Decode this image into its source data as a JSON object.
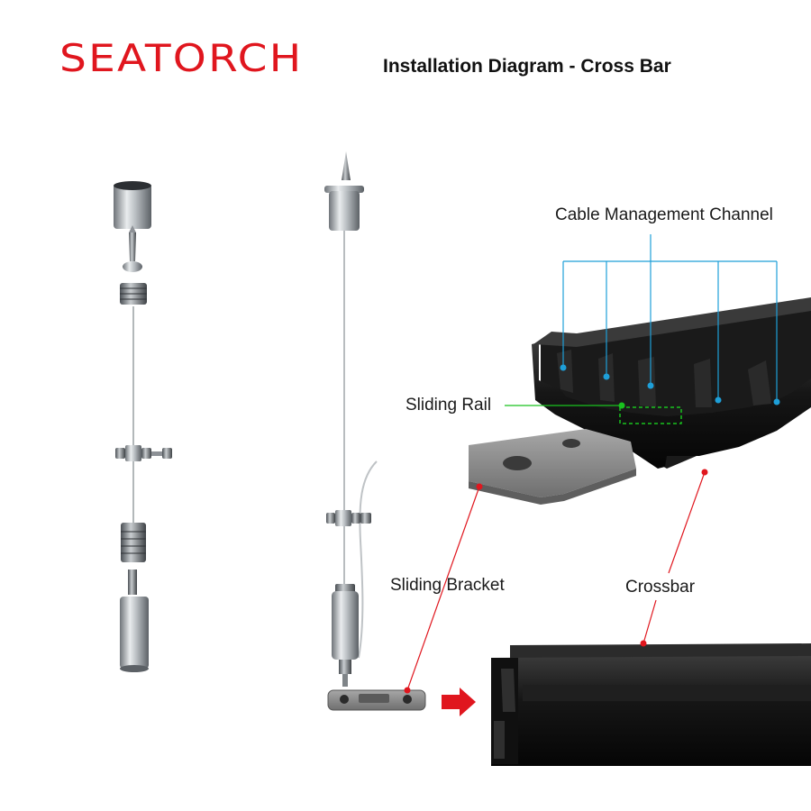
{
  "header": {
    "brand": "SEATORCH",
    "title": "Installation Diagram - Cross Bar"
  },
  "labels": {
    "cable_channel": "Cable Management Channel",
    "sliding_rail": "Sliding Rail",
    "sliding_bracket": "Sliding Bracket",
    "crossbar": "Crossbar"
  },
  "colors": {
    "brand": "#e0161e",
    "callout_blue": "#1e9fd8",
    "callout_green": "#19c21e",
    "callout_red": "#e0161e",
    "profile_black": "#141414",
    "bracket_gray": "#8a8a8a",
    "metal": "#b8bcc0"
  }
}
